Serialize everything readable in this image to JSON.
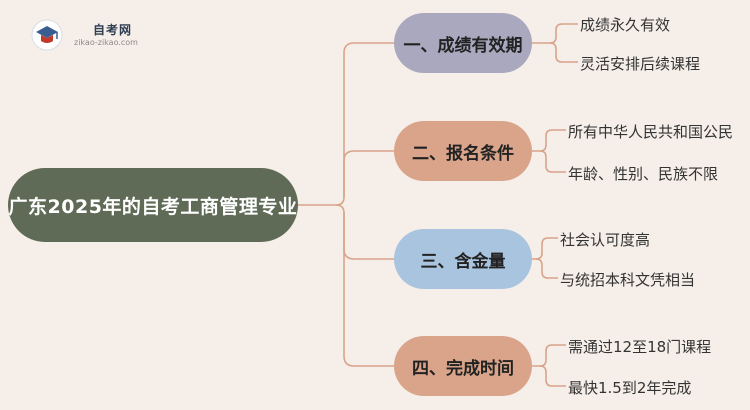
{
  "logo": {
    "title": "自考网",
    "subtitle": "zikao-zikao.com",
    "icon": "graduation-cap-icon"
  },
  "root": {
    "label": "广东2025年的自考工商管理专业"
  },
  "branches": [
    {
      "label": "一、成绩有效期",
      "color": "#a9a8bf",
      "leaves": [
        "成绩永久有效",
        "灵活安排后续课程"
      ]
    },
    {
      "label": "二、报名条件",
      "color": "#d9a48a",
      "leaves": [
        "所有中华人民共和国公民",
        "年龄、性别、民族不限"
      ]
    },
    {
      "label": "三、含金量",
      "color": "#a9c4df",
      "leaves": [
        "社会认可度高",
        "与统招本科文凭相当"
      ]
    },
    {
      "label": "四、完成时间",
      "color": "#d9a48a",
      "leaves": [
        "需通过12至18门课程",
        "最快1.5到2年完成"
      ]
    }
  ],
  "colors": {
    "background": "#f6efe9",
    "root": "#606b57",
    "connector": "#d9a48a"
  }
}
